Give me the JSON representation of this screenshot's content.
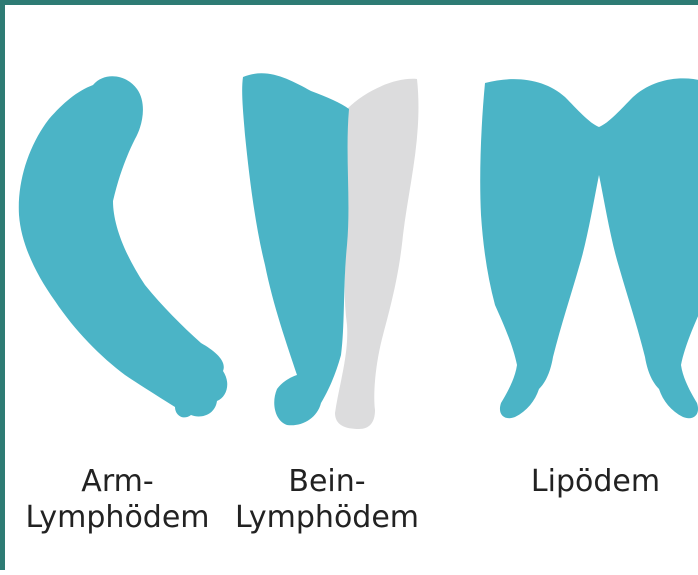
{
  "colors": {
    "frame": "#2e7b74",
    "affected": "#4bb4c6",
    "healthy": "#dcdcdd",
    "text": "#222222"
  },
  "figures": [
    {
      "id": "arm",
      "icon": "swollen-arm-silhouette",
      "caption_line1": "Arm-",
      "caption_line2": "Lymphödem"
    },
    {
      "id": "leg",
      "icon": "swollen-leg-silhouette",
      "caption_line1": "Bein-",
      "caption_line2": "Lymphödem"
    },
    {
      "id": "lip",
      "icon": "lipedema-legs-silhouette",
      "caption_line1": "Lipödem",
      "caption_line2": ""
    }
  ]
}
